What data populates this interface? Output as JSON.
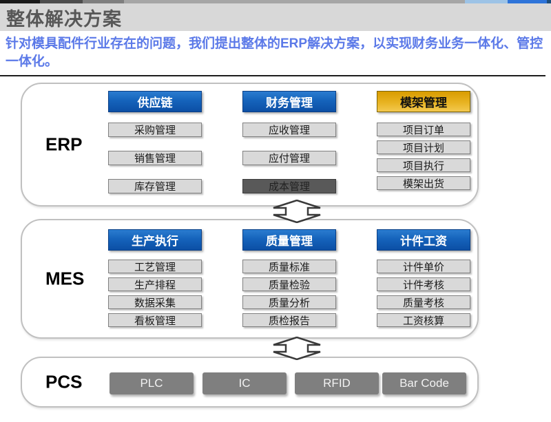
{
  "slide": {
    "title": "整体解决方案",
    "intro": "针对模具配件行业存在的问题，我们提出整体的ERP解决方案，以实现财务业务一体化、管控一体化。"
  },
  "colors": {
    "band_bg": "#d8d8d8",
    "title_text": "#575757",
    "intro_text": "#5b79e8",
    "header_blue_top": "#2b7cd0",
    "header_blue_bottom": "#0c4fa5",
    "header_gold_top": "#d99c00",
    "header_gold_bottom": "#f3c94f",
    "item_gray_bg": "#d9d9d9",
    "item_dark_bg": "#595959",
    "pcs_button_bg": "#7f7f7f",
    "top_bar_segments": [
      "#1a1a1a",
      "#4d4d4d",
      "#7f7f7f",
      "#a6a6a6",
      "#9dc3e6",
      "#2e74d9",
      "#1f4e79"
    ]
  },
  "layers": [
    {
      "label": "ERP",
      "columns": [
        {
          "header": "供应链",
          "variant": "blue",
          "items": [
            "采购管理",
            "销售管理",
            "库存管理"
          ]
        },
        {
          "header": "财务管理",
          "variant": "blue",
          "items": [
            "应收管理",
            "应付管理",
            "成本管理"
          ]
        },
        {
          "header": "模架管理",
          "variant": "gold",
          "items": [
            "项目订单",
            "项目计划",
            "项目执行",
            "模架出货"
          ]
        }
      ]
    },
    {
      "label": "MES",
      "columns": [
        {
          "header": "生产执行",
          "variant": "blue",
          "items": [
            "工艺管理",
            "生产排程",
            "数据采集",
            "看板管理"
          ]
        },
        {
          "header": "质量管理",
          "variant": "blue",
          "items": [
            "质量标准",
            "质量检验",
            "质量分析",
            "质检报告"
          ]
        },
        {
          "header": "计件工资",
          "variant": "blue",
          "items": [
            "计件单价",
            "计件考核",
            "质量考核",
            "工资核算"
          ]
        }
      ]
    },
    {
      "label": "PCS",
      "items": [
        "PLC",
        "IC",
        "RFID",
        "Bar Code"
      ]
    }
  ]
}
